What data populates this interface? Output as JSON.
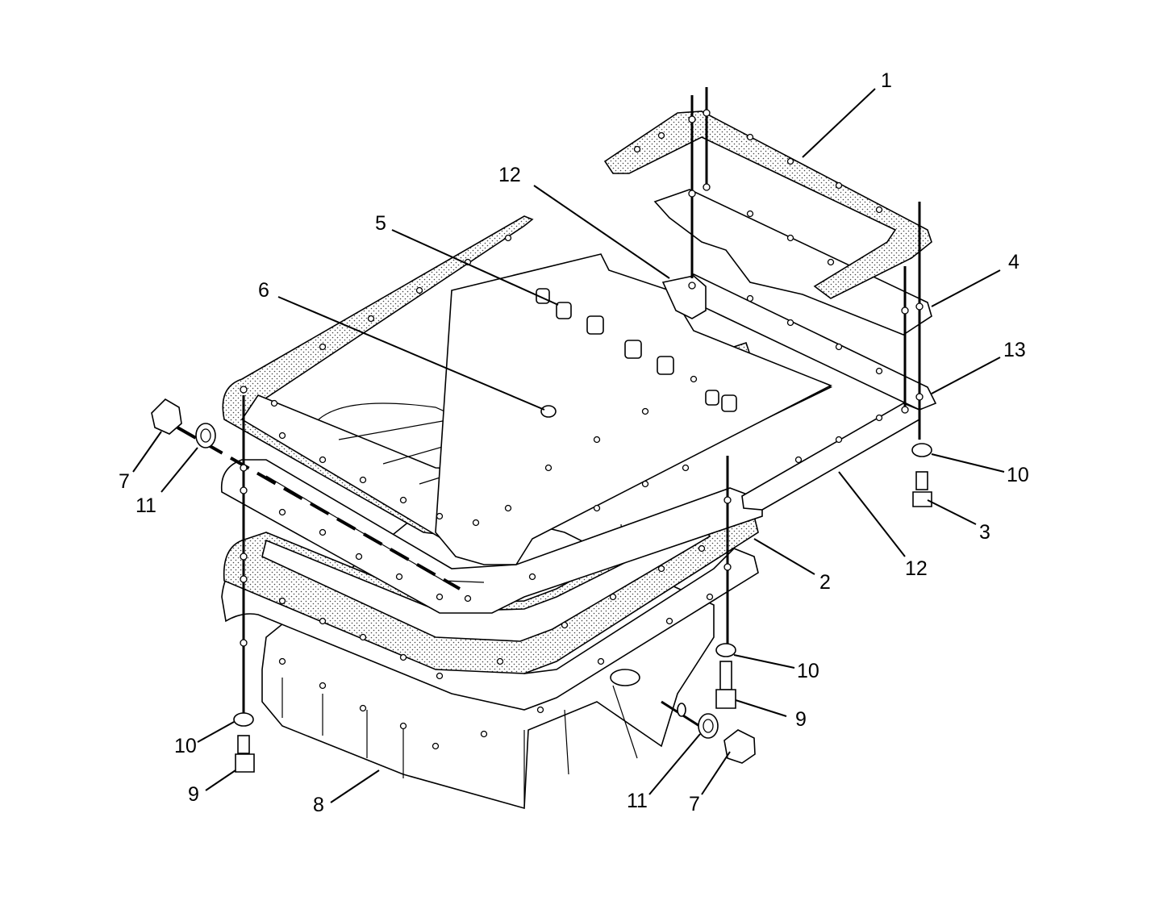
{
  "callouts": [
    {
      "id": "c1",
      "text": "1"
    },
    {
      "id": "c12a",
      "text": "12"
    },
    {
      "id": "c5",
      "text": "5"
    },
    {
      "id": "c6",
      "text": "6"
    },
    {
      "id": "c4",
      "text": "4"
    },
    {
      "id": "c13",
      "text": "13"
    },
    {
      "id": "c10a",
      "text": "10"
    },
    {
      "id": "c3",
      "text": "3"
    },
    {
      "id": "c12b",
      "text": "12"
    },
    {
      "id": "c2",
      "text": "2"
    },
    {
      "id": "c7a",
      "text": "7"
    },
    {
      "id": "c11a",
      "text": "11"
    },
    {
      "id": "c10b",
      "text": "10"
    },
    {
      "id": "c9a",
      "text": "9"
    },
    {
      "id": "c10c",
      "text": "10"
    },
    {
      "id": "c9b",
      "text": "9"
    },
    {
      "id": "c8",
      "text": "8"
    },
    {
      "id": "c11b",
      "text": "11"
    },
    {
      "id": "c7b",
      "text": "7"
    }
  ]
}
